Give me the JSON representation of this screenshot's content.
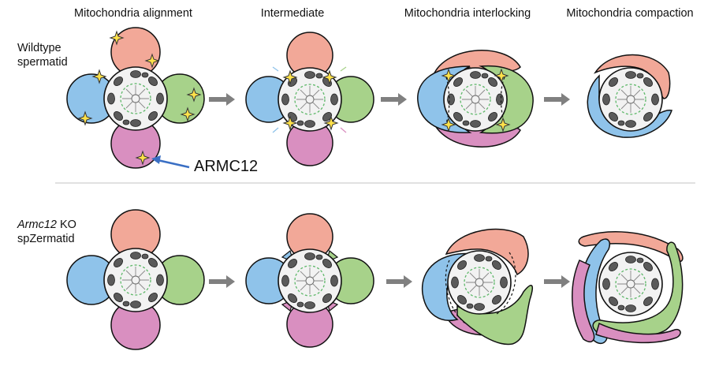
{
  "stages": [
    {
      "title": "Mitochondria alignment"
    },
    {
      "title": "Intermediate"
    },
    {
      "title": "Mitochondria interlocking"
    },
    {
      "title": "Mitochondria compaction"
    }
  ],
  "rows": {
    "wildtype": {
      "line1": "Wildtype",
      "line2": "spermatid"
    },
    "knockout": {
      "gene": "Armc12",
      "suffix": " KO",
      "line2": "spZermatid"
    }
  },
  "callout": {
    "label": "ARMC12"
  },
  "colors": {
    "mito_top": "#f2a898",
    "mito_right": "#a7d28a",
    "mito_bottom": "#d98fc0",
    "mito_left": "#8fc3ea",
    "arrow": "#808080",
    "callout_arrow": "#3a6fc4",
    "protein_star": "#ffe24a",
    "divider": "#cfcfcf"
  }
}
